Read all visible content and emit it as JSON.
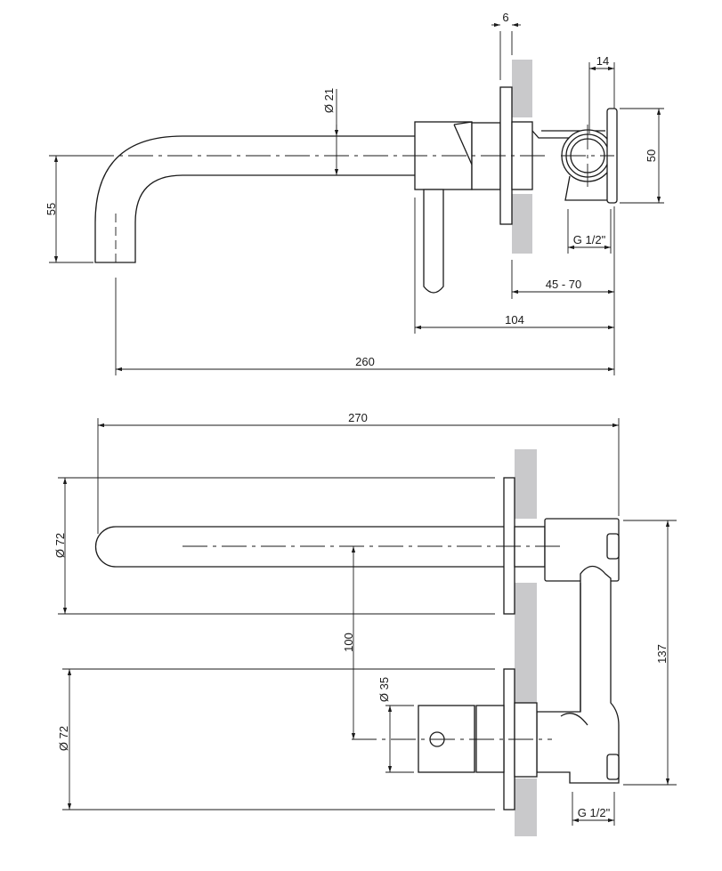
{
  "colors": {
    "line": "#1a1a1a",
    "wall": "#c9c9cb"
  },
  "top_view": {
    "dim_flange": "6",
    "dim_offset": "14",
    "dim_height": "50",
    "dim_spout_diameter": "Ø 21",
    "dim_spout_drop": "55",
    "dim_thread": "G 1/2\"",
    "dim_wall_depth": "45 - 70",
    "dim_body": "104",
    "dim_total": "260"
  },
  "bottom_view": {
    "dim_total": "270",
    "dim_plate_top": "Ø 72",
    "dim_spacing": "100",
    "dim_height": "137",
    "dim_plate_bottom": "Ø 72",
    "dim_handle_diameter": "Ø 35",
    "dim_thread": "G 1/2\""
  }
}
